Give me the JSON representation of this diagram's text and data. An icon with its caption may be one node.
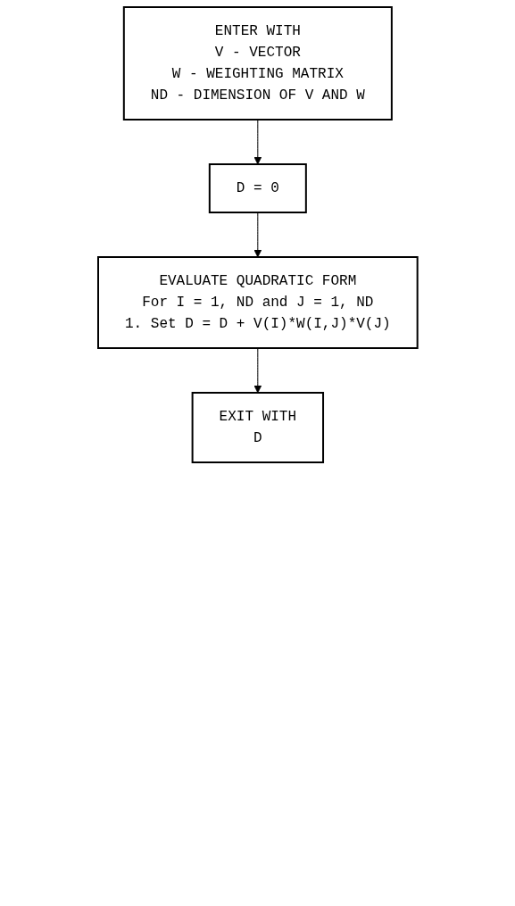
{
  "diagram": {
    "nodes": [
      {
        "text": [
          "ENTER WITH",
          "V - VECTOR",
          "W - WEIGHTING MATRIX",
          "ND - DIMENSION OF V AND W"
        ]
      },
      {
        "text": [
          "D = 0"
        ]
      },
      {
        "text": [
          "EVALUATE QUADRATIC FORM",
          "For I = 1, ND and J = 1, ND",
          "1. Set D = D + V(I)*W(I,J)*V(J)"
        ]
      },
      {
        "text": [
          "EXIT WITH",
          "D"
        ]
      }
    ],
    "edges": [
      {
        "from": 0,
        "to": 1,
        "arrow": "to"
      },
      {
        "from": 1,
        "to": 2,
        "arrow": "to"
      },
      {
        "from": 2,
        "to": 3,
        "arrow": "to"
      }
    ]
  }
}
